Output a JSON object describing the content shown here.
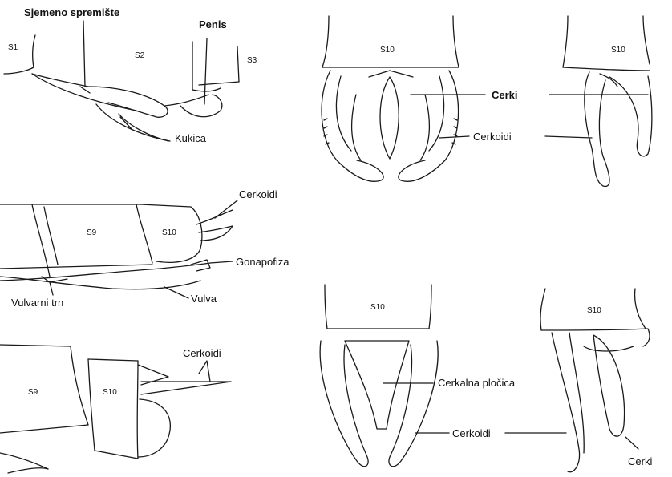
{
  "panel_top_left": {
    "label_seminal": "Sjemeno spremište",
    "label_penis": "Penis",
    "label_hook": "Kukica",
    "seg_s1": "S1",
    "seg_s2": "S2",
    "seg_s3": "S3"
  },
  "panel_top_right": {
    "seg_s10_a": "S10",
    "seg_s10_b": "S10",
    "label_cerci": "Cerki",
    "label_cercoids": "Cerkoidi"
  },
  "panel_middle_left": {
    "label_cercoids": "Cerkoidi",
    "label_gonapophysis": "Gonapofiza",
    "label_vulvar_spine": "Vulvarni trn",
    "label_vulva": "Vulva",
    "seg_s9": "S9",
    "seg_s10": "S10"
  },
  "panel_bottom_left": {
    "label_cercoids": "Cerkoidi",
    "seg_s9": "S9",
    "seg_s10": "S10"
  },
  "panel_bottom_right": {
    "seg_s10_a": "S10",
    "seg_s10_b": "S10",
    "label_plate": "Cerkalna pločica",
    "label_cercoids": "Cerkoidi",
    "label_cerci": "Cerki"
  }
}
